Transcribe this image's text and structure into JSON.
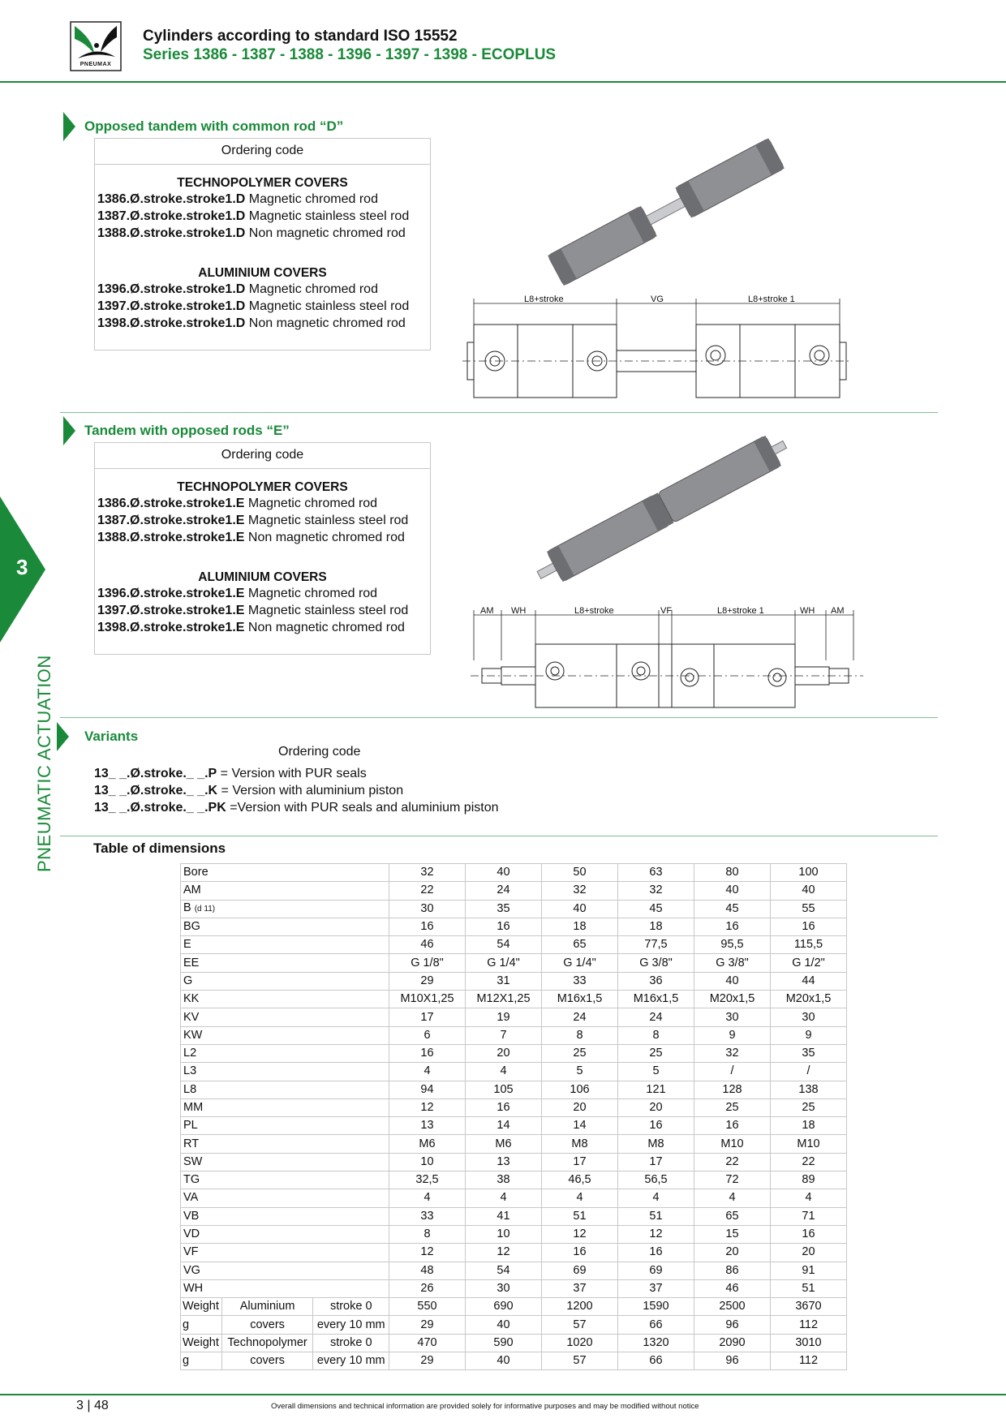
{
  "header": {
    "logo_text": "PNEUMAX",
    "title": "Cylinders according to standard ISO 15552",
    "subtitle": "Series 1386 - 1387 - 1388 - 1396 - 1397 - 1398 - ECOPLUS"
  },
  "side": {
    "chapter": "3",
    "label": "PNEUMATIC ACTUATION"
  },
  "section_d": {
    "title": "Opposed tandem with common rod “D”",
    "ordering_code": "Ordering code",
    "techno_title": "TECHNOPOLYMER COVERS",
    "techno": [
      {
        "code": "1386.Ø.stroke.stroke1.D",
        "desc": "Magnetic chromed rod"
      },
      {
        "code": "1387.Ø.stroke.stroke1.D",
        "desc": "Magnetic stainless steel rod"
      },
      {
        "code": "1388.Ø.stroke.stroke1.D",
        "desc": "Non magnetic chromed rod"
      }
    ],
    "alu_title": "ALUMINIUM COVERS",
    "alu": [
      {
        "code": "1396.Ø.stroke.stroke1.D",
        "desc": "Magnetic chromed rod"
      },
      {
        "code": "1397.Ø.stroke.stroke1.D",
        "desc": "Magnetic stainless steel rod"
      },
      {
        "code": "1398.Ø.stroke.stroke1.D",
        "desc": "Non magnetic chromed rod"
      }
    ],
    "dim_labels": {
      "a": "L8+stroke",
      "b": "VG",
      "c": "L8+stroke 1"
    }
  },
  "section_e": {
    "title": "Tandem with opposed rods “E”",
    "ordering_code": "Ordering code",
    "techno_title": "TECHNOPOLYMER COVERS",
    "techno": [
      {
        "code": "1386.Ø.stroke.stroke1.E",
        "desc": "Magnetic chromed rod"
      },
      {
        "code": "1387.Ø.stroke.stroke1.E",
        "desc": "Magnetic stainless steel rod"
      },
      {
        "code": "1388.Ø.stroke.stroke1.E",
        "desc": "Non magnetic chromed rod"
      }
    ],
    "alu_title": "ALUMINIUM COVERS",
    "alu": [
      {
        "code": "1396.Ø.stroke.stroke1.E",
        "desc": "Magnetic chromed rod"
      },
      {
        "code": "1397.Ø.stroke.stroke1.E",
        "desc": "Magnetic stainless steel rod"
      },
      {
        "code": "1398.Ø.stroke.stroke1.E",
        "desc": "Non magnetic chromed rod"
      }
    ],
    "dim_labels": {
      "am1": "AM",
      "wh1": "WH",
      "l8a": "L8+stroke",
      "vf": "VF",
      "l8b": "L8+stroke 1",
      "wh2": "WH",
      "am2": "AM"
    }
  },
  "variants": {
    "title": "Variants",
    "ordering_code": "Ordering code",
    "lines": [
      {
        "code": "13_ _.Ø.stroke._ _.P",
        "desc": " = Version with PUR seals"
      },
      {
        "code": "13_ _.Ø.stroke._ _.K",
        "desc": " = Version with aluminium piston"
      },
      {
        "code": "13_ _.Ø.stroke._ _.PK",
        "desc": " =Version with PUR seals and aluminium piston"
      }
    ]
  },
  "table": {
    "title": "Table of dimensions",
    "rows": [
      {
        "label": "Bore",
        "values": [
          "32",
          "40",
          "50",
          "63",
          "80",
          "100"
        ]
      },
      {
        "label": "AM",
        "values": [
          "22",
          "24",
          "32",
          "32",
          "40",
          "40"
        ]
      },
      {
        "label": "B",
        "sub": "(d 11)",
        "values": [
          "30",
          "35",
          "40",
          "45",
          "45",
          "55"
        ]
      },
      {
        "label": "BG",
        "values": [
          "16",
          "16",
          "18",
          "18",
          "16",
          "16"
        ]
      },
      {
        "label": "E",
        "values": [
          "46",
          "54",
          "65",
          "77,5",
          "95,5",
          "115,5"
        ]
      },
      {
        "label": "EE",
        "values": [
          "G 1/8\"",
          "G 1/4\"",
          "G 1/4\"",
          "G 3/8\"",
          "G 3/8\"",
          "G 1/2\""
        ]
      },
      {
        "label": "G",
        "values": [
          "29",
          "31",
          "33",
          "36",
          "40",
          "44"
        ]
      },
      {
        "label": "KK",
        "values": [
          "M10X1,25",
          "M12X1,25",
          "M16x1,5",
          "M16x1,5",
          "M20x1,5",
          "M20x1,5"
        ]
      },
      {
        "label": "KV",
        "values": [
          "17",
          "19",
          "24",
          "24",
          "30",
          "30"
        ]
      },
      {
        "label": "KW",
        "values": [
          "6",
          "7",
          "8",
          "8",
          "9",
          "9"
        ]
      },
      {
        "label": "L2",
        "values": [
          "16",
          "20",
          "25",
          "25",
          "32",
          "35"
        ]
      },
      {
        "label": "L3",
        "values": [
          "4",
          "4",
          "5",
          "5",
          "/",
          "/"
        ]
      },
      {
        "label": "L8",
        "values": [
          "94",
          "105",
          "106",
          "121",
          "128",
          "138"
        ]
      },
      {
        "label": "MM",
        "values": [
          "12",
          "16",
          "20",
          "20",
          "25",
          "25"
        ]
      },
      {
        "label": "PL",
        "values": [
          "13",
          "14",
          "14",
          "16",
          "16",
          "18"
        ]
      },
      {
        "label": "RT",
        "values": [
          "M6",
          "M6",
          "M8",
          "M8",
          "M10",
          "M10"
        ]
      },
      {
        "label": "SW",
        "values": [
          "10",
          "13",
          "17",
          "17",
          "22",
          "22"
        ]
      },
      {
        "label": "TG",
        "values": [
          "32,5",
          "38",
          "46,5",
          "56,5",
          "72",
          "89"
        ]
      },
      {
        "label": "VA",
        "values": [
          "4",
          "4",
          "4",
          "4",
          "4",
          "4"
        ]
      },
      {
        "label": "VB",
        "values": [
          "33",
          "41",
          "51",
          "51",
          "65",
          "71"
        ]
      },
      {
        "label": "VD",
        "values": [
          "8",
          "10",
          "12",
          "12",
          "15",
          "16"
        ]
      },
      {
        "label": "VF",
        "values": [
          "12",
          "12",
          "16",
          "16",
          "20",
          "20"
        ]
      },
      {
        "label": "VG",
        "values": [
          "48",
          "54",
          "69",
          "69",
          "86",
          "91"
        ]
      },
      {
        "label": "WH",
        "values": [
          "26",
          "30",
          "37",
          "37",
          "46",
          "51"
        ]
      }
    ],
    "weights": [
      {
        "l1": "Weight",
        "l2": "Aluminium",
        "l3": "stroke 0",
        "values": [
          "550",
          "690",
          "1200",
          "1590",
          "2500",
          "3670"
        ]
      },
      {
        "l1": "g",
        "l2": "covers",
        "l3": "every 10 mm",
        "values": [
          "29",
          "40",
          "57",
          "66",
          "96",
          "112"
        ]
      },
      {
        "l1": "Weight",
        "l2": "Technopolymer",
        "l3": "stroke 0",
        "values": [
          "470",
          "590",
          "1020",
          "1320",
          "2090",
          "3010"
        ]
      },
      {
        "l1": "g",
        "l2": "covers",
        "l3": "every 10 mm",
        "values": [
          "29",
          "40",
          "57",
          "66",
          "96",
          "112"
        ]
      }
    ]
  },
  "footer": {
    "chapter": "3",
    "page": "48",
    "note": "Overall dimensions and technical information are provided solely for informative purposes and may be modified without notice"
  },
  "colors": {
    "accent": "#1a8a3a"
  }
}
